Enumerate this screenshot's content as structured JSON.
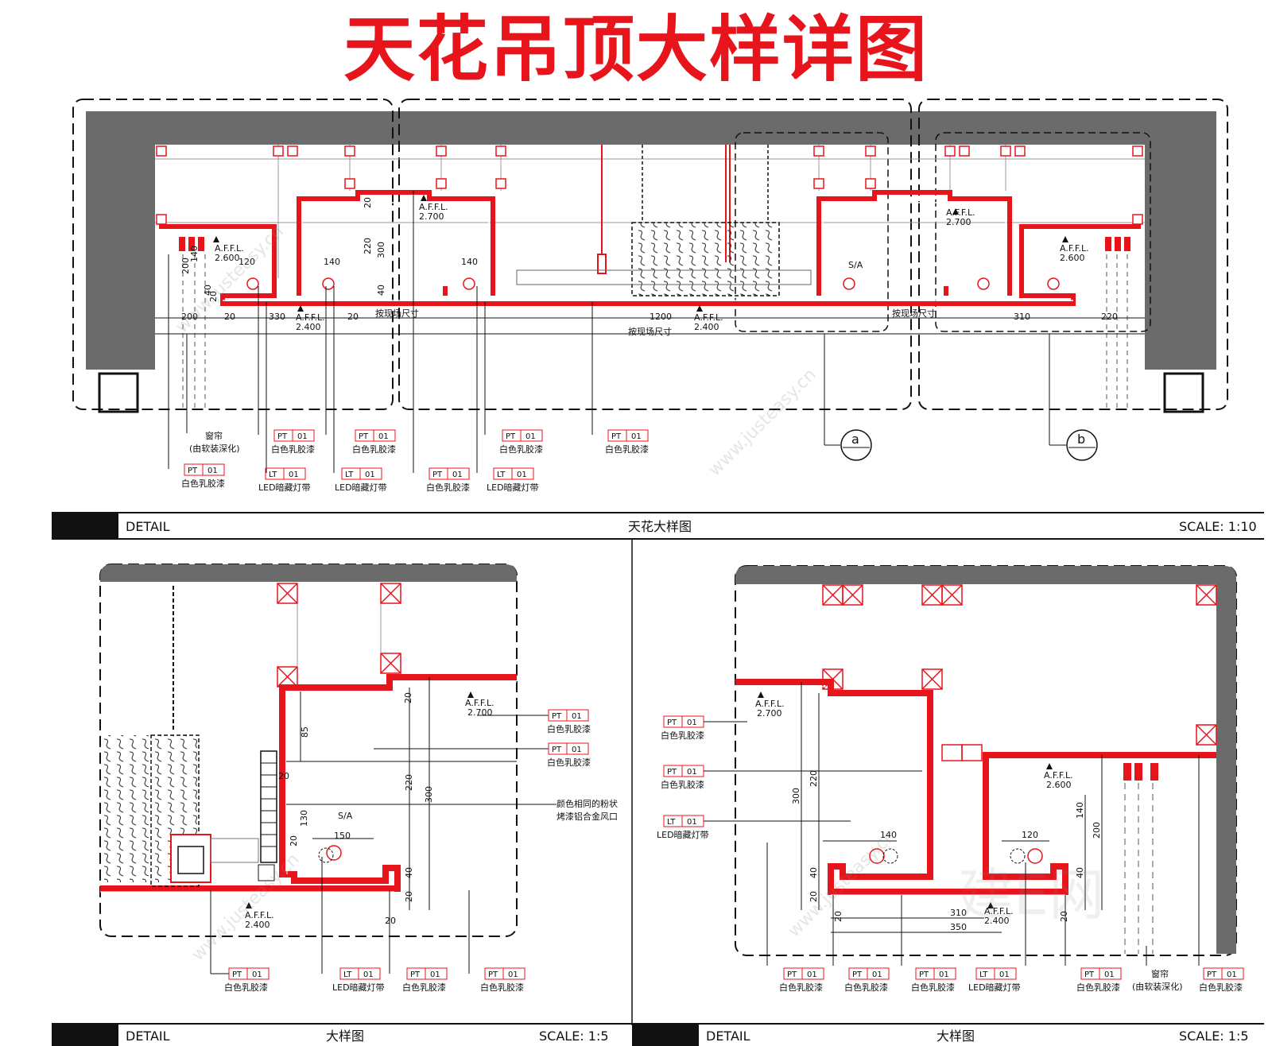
{
  "title": "天花吊顶大样详图",
  "watermarks": [
    "www.justeasy.cn",
    "建E网"
  ],
  "colors": {
    "accent": "#e8141c",
    "wall": "#6b6b6b"
  },
  "top_panel": {
    "bar_left": "DETAIL",
    "bar_center": "天花大样图",
    "bar_right": "SCALE:  1:10",
    "levels": [
      {
        "label": "A.F.F.L.",
        "value": "2.600"
      },
      {
        "label": "A.F.F.L.",
        "value": "2.700"
      },
      {
        "label": "A.F.F.L.",
        "value": "2.400"
      },
      {
        "label": "A.F.F.L.",
        "value": "2.400"
      },
      {
        "label": "A.F.F.L.",
        "value": "2.700"
      },
      {
        "label": "A.F.F.L.",
        "value": "2.600"
      }
    ],
    "dims": [
      "140",
      "200",
      "40",
      "20",
      "120",
      "200",
      "20",
      "330",
      "20",
      "140",
      "220",
      "300",
      "20",
      "40",
      "140",
      "按现场尺寸",
      "1200",
      "按现场尺寸",
      "310",
      "220",
      "按现场尺寸"
    ],
    "sa": "S/A",
    "callouts": [
      "a",
      "b"
    ],
    "tags": [
      {
        "code": "PT",
        "num": "01",
        "text": "白色乳胶漆"
      },
      {
        "code": "PT",
        "num": "01",
        "text": "白色乳胶漆"
      },
      {
        "code": "PT",
        "num": "01",
        "text": "白色乳胶漆"
      },
      {
        "code": "PT",
        "num": "01",
        "text": "白色乳胶漆"
      },
      {
        "code": "PT",
        "num": "01",
        "text": "白色乳胶漆"
      },
      {
        "code": "PT",
        "num": "01",
        "text": "白色乳胶漆"
      },
      {
        "code": "LT",
        "num": "01",
        "text": "LED暗藏灯带"
      },
      {
        "code": "LT",
        "num": "01",
        "text": "LED暗藏灯带"
      },
      {
        "code": "LT",
        "num": "01",
        "text": "LED暗藏灯带"
      }
    ],
    "curtain_line1": "窗帘",
    "curtain_line2": "(由软装深化)"
  },
  "left_panel": {
    "bar_left": "DETAIL",
    "bar_center": "大样图",
    "bar_right": "SCALE:  1:5",
    "levels": [
      {
        "label": "A.F.F.L.",
        "value": "2.700"
      },
      {
        "label": "A.F.F.L.",
        "value": "2.400"
      }
    ],
    "dims": [
      "20",
      "85",
      "20",
      "220",
      "300",
      "40",
      "20",
      "130",
      "150",
      "20",
      "20"
    ],
    "sa": "S/A",
    "note_line1": "颜色相同的粉状",
    "note_line2": "烤漆铝合金风口",
    "tags": [
      {
        "code": "PT",
        "num": "01",
        "text": "白色乳胶漆"
      },
      {
        "code": "PT",
        "num": "01",
        "text": "白色乳胶漆"
      },
      {
        "code": "PT",
        "num": "01",
        "text": "白色乳胶漆"
      },
      {
        "code": "LT",
        "num": "01",
        "text": "LED暗藏灯带"
      },
      {
        "code": "PT",
        "num": "01",
        "text": "白色乳胶漆"
      },
      {
        "code": "PT",
        "num": "01",
        "text": "白色乳胶漆"
      }
    ]
  },
  "right_panel": {
    "bar_left": "DETAIL",
    "bar_center": "大样图",
    "bar_right": "SCALE:  1:5",
    "levels": [
      {
        "label": "A.F.F.L.",
        "value": "2.700"
      },
      {
        "label": "A.F.F.L.",
        "value": "2.600"
      },
      {
        "label": "A.F.F.L.",
        "value": "2.400"
      }
    ],
    "dims": [
      "300",
      "220",
      "40",
      "20",
      "140",
      "20",
      "310",
      "350",
      "120",
      "140",
      "200",
      "40",
      "20"
    ],
    "tags_left": [
      {
        "code": "PT",
        "num": "01",
        "text": "白色乳胶漆"
      },
      {
        "code": "PT",
        "num": "01",
        "text": "白色乳胶漆"
      },
      {
        "code": "LT",
        "num": "01",
        "text": "LED暗藏灯带"
      }
    ],
    "tags_bottom": [
      {
        "code": "PT",
        "num": "01",
        "text": "白色乳胶漆"
      },
      {
        "code": "PT",
        "num": "01",
        "text": "白色乳胶漆"
      },
      {
        "code": "PT",
        "num": "01",
        "text": "白色乳胶漆"
      },
      {
        "code": "LT",
        "num": "01",
        "text": "LED暗藏灯带"
      },
      {
        "code": "PT",
        "num": "01",
        "text": "白色乳胶漆"
      },
      {
        "code": "PT",
        "num": "01",
        "text": "白色乳胶漆"
      }
    ],
    "curtain_line1": "窗帘",
    "curtain_line2": "(由软装深化)"
  }
}
